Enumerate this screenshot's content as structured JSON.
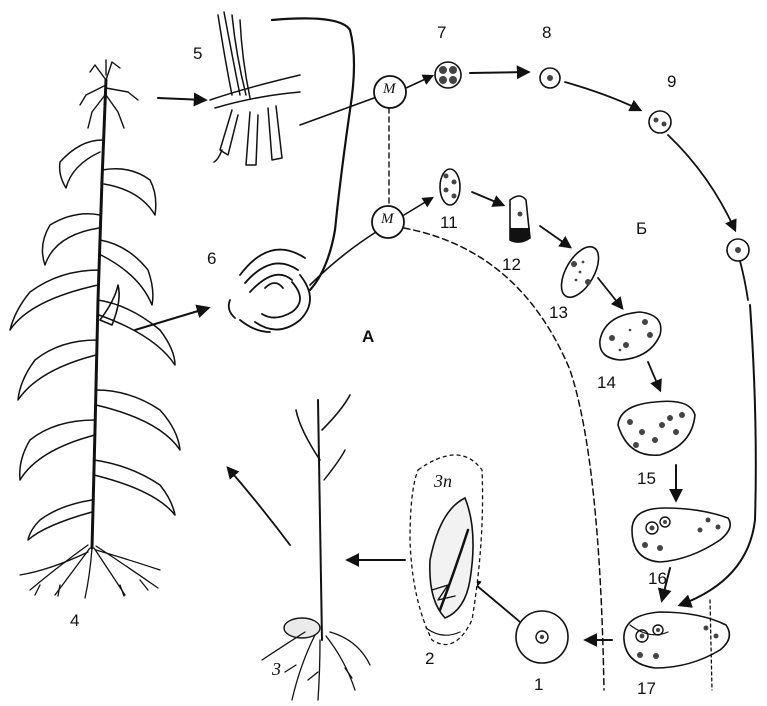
{
  "labels": {
    "n1": "1",
    "n2": "2",
    "n3": "3",
    "n4": "4",
    "n5": "5",
    "n6": "6",
    "n7": "7",
    "n8": "8",
    "n9": "9",
    "n11": "11",
    "n12": "12",
    "n13": "13",
    "n14": "14",
    "n15": "15",
    "n16": "16",
    "n17": "17",
    "section_a": "А",
    "section_b": "Б",
    "meiosis_1": "М",
    "meiosis_2": "М",
    "endosperm_ploidy": "3n"
  }
}
